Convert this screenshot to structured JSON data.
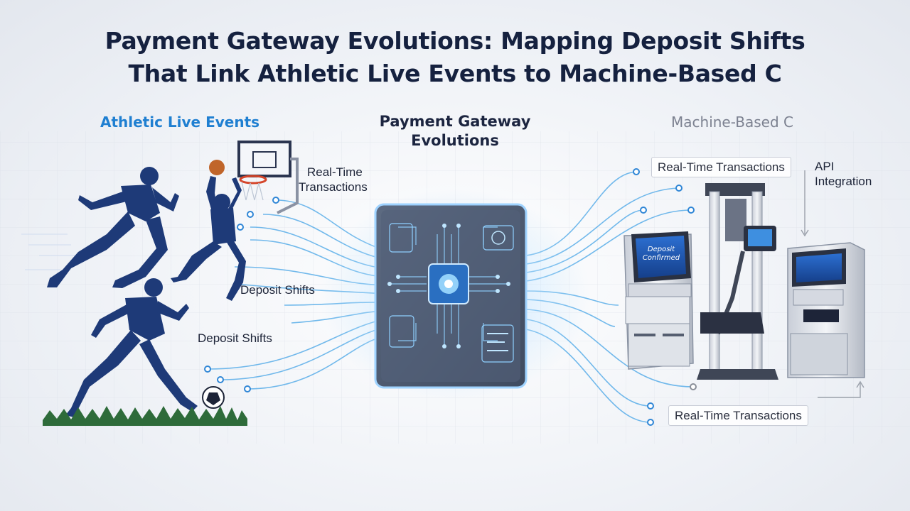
{
  "title": {
    "line1": "Payment Gateway Evolutions: Mapping Deposit Shifts",
    "line2": "That Link Athletic Live Events to Machine-Based C"
  },
  "columns": {
    "left": "Athletic Live Events",
    "center_line1": "Payment Gateway",
    "center_line2": "Evolutions",
    "right": "Machine-Based C"
  },
  "labels": {
    "realtime_left_line1": "Real-Time",
    "realtime_left_line2": "Transactions",
    "deposit_shifts_upper": "Deposit Shifts",
    "deposit_shifts_lower": "Deposit Shifts",
    "realtime_right_top": "Real-Time Transactions",
    "api_line1": "API",
    "api_line2": "Integration",
    "realtime_right_bottom": "Real-Time Transactions"
  },
  "kiosk_screen": {
    "line1": "Deposit",
    "line2": "Confirmed"
  },
  "colors": {
    "title": "#15213f",
    "left_heading": "#1f7fd1",
    "athletes": "#1e3a78",
    "flow_lines": "#4aa3e8",
    "chip_glow": "#5fb8ff"
  }
}
